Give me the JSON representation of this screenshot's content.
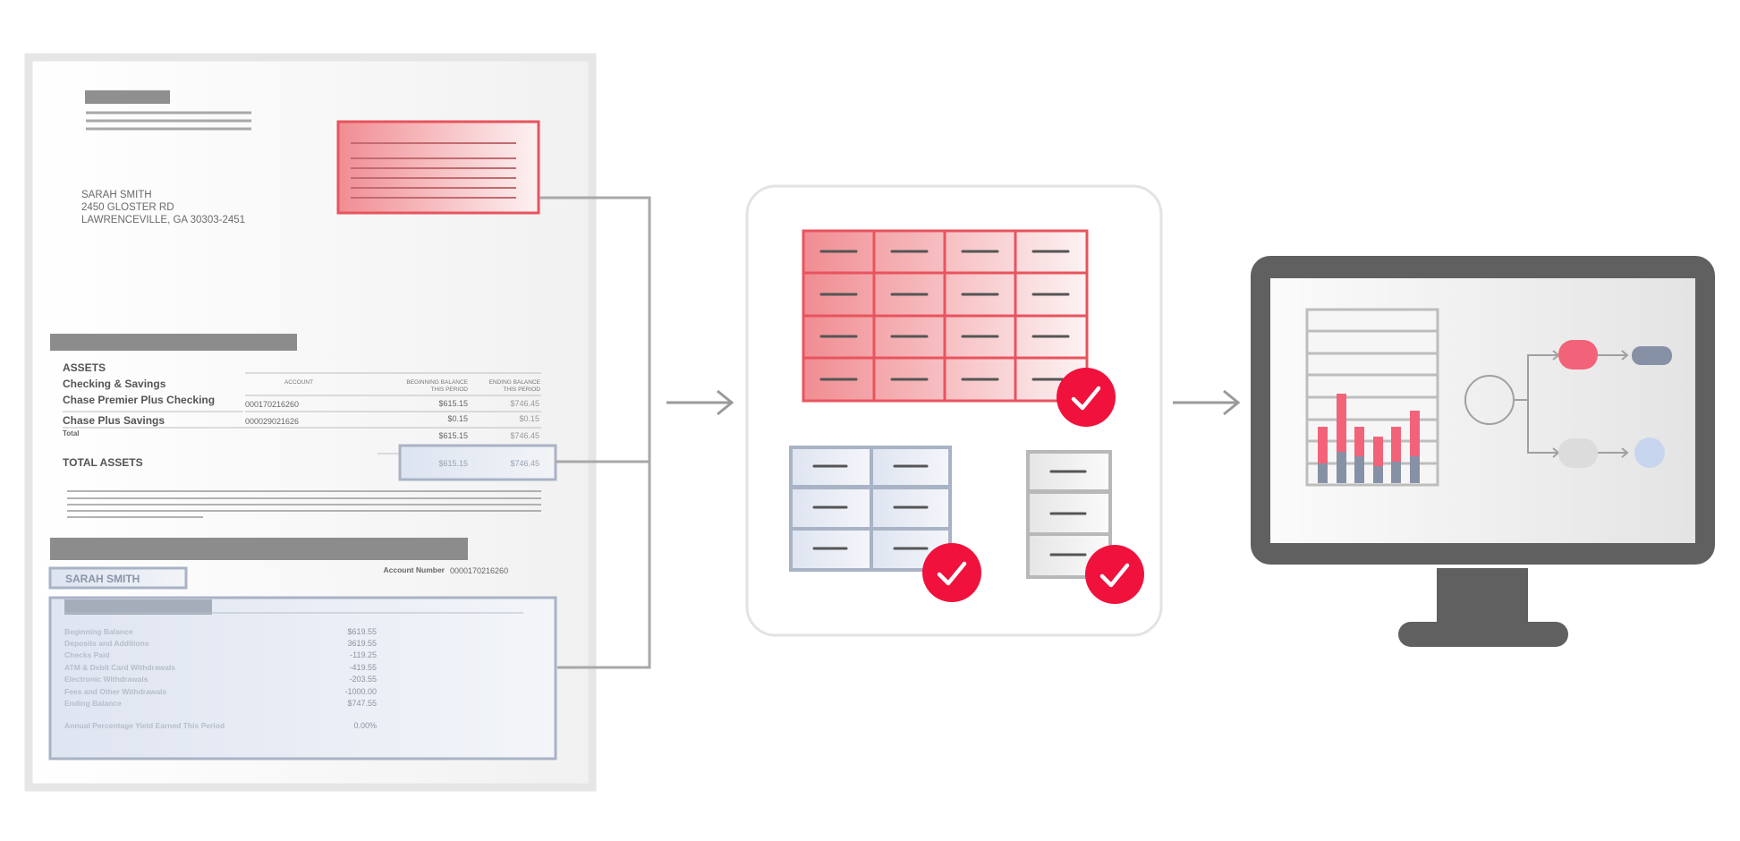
{
  "document": {
    "address": {
      "name": "SARAH SMITH",
      "street": "2450 GLOSTER RD",
      "city": "LAWRENCEVILLE, GA 30303-2451"
    },
    "assets": {
      "heading": "ASSETS",
      "subheading": "Checking & Savings",
      "col_account": "ACCOUNT",
      "col_begin_1": "BEGINNING BALANCE",
      "col_begin_2": "THIS PERIOD",
      "col_end_1": "ENDING BALANCE",
      "col_end_2": "THIS PERIOD",
      "rows": [
        {
          "name": "Chase Premier Plus Checking",
          "account": "000170216260",
          "begin": "$615.15",
          "end": "$746.45"
        },
        {
          "name": "Chase Plus Savings",
          "account": "000029021626",
          "begin": "$0.15",
          "end": "$0.15"
        }
      ],
      "total_label": "Total",
      "total_begin": "$615.15",
      "total_end": "$746.45",
      "total_assets_label": "TOTAL ASSETS",
      "total_assets_begin": "$615.15",
      "total_assets_end": "$746.45"
    },
    "summary": {
      "name_box": "SARAH SMITH",
      "account_number_label": "Account Number",
      "account_number": "0000170216260",
      "rows": [
        {
          "label": "Beginning Balance",
          "value": "$619.55"
        },
        {
          "label": "Deposits and Additions",
          "value": "3619.55"
        },
        {
          "label": "Checks Paid",
          "value": "-119.25"
        },
        {
          "label": "ATM & Debit Card Withdrawals",
          "value": "-419.55"
        },
        {
          "label": "Electronic Withdrawals",
          "value": "-203.55"
        },
        {
          "label": "Fees and Other Withdrawals",
          "value": "-1000.00"
        },
        {
          "label": "Ending Balance",
          "value": "$747.55"
        }
      ],
      "apy_label": "Annual Percentage Yield Earned This Period",
      "apy_value": "0.00%"
    }
  },
  "colors": {
    "accent_red": "#e8545e",
    "check_red": "#f0123c",
    "blue_gray": "#a9b3c6",
    "gray": "#b4b4b4",
    "dark_gray": "#606060",
    "chart_pink": "#f2637a",
    "chart_slate": "#8791a6",
    "node_blue": "#c7d6ee"
  },
  "icons": [
    "check-icon",
    "arrow-right-icon",
    "monitor-icon",
    "bar-chart-icon",
    "flow-diagram-icon",
    "table-icon"
  ]
}
